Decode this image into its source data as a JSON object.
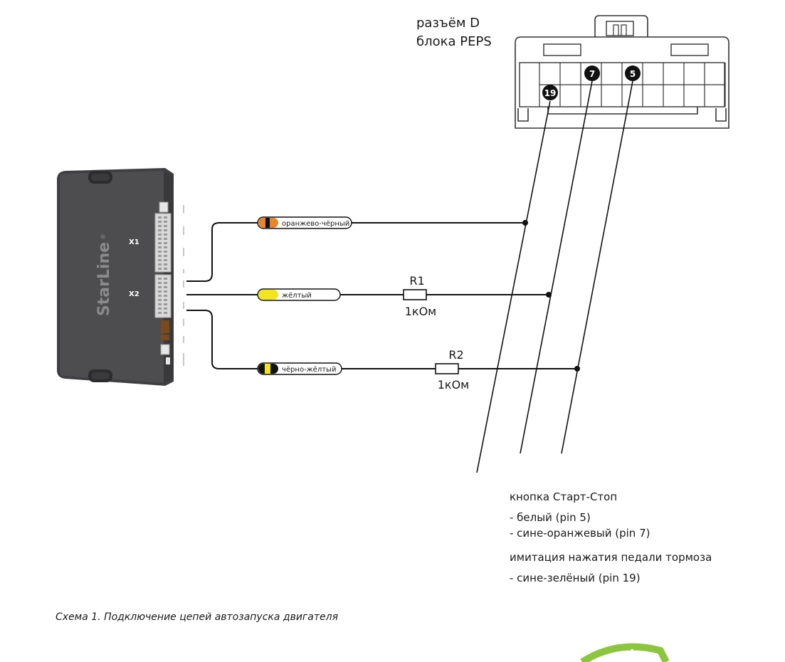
{
  "connector": {
    "title_line1": "разъём D",
    "title_line2": "блока PEPS",
    "pins": [
      "19",
      "7",
      "5"
    ]
  },
  "module": {
    "brand": "StarLine",
    "brand_mark": "®",
    "port_x1": "X1",
    "port_x2": "X2"
  },
  "wires": {
    "orange_black": "оранжево-чёрный",
    "yellow": "жёлтый",
    "black_yellow": "чёрно-жёлтый"
  },
  "resistors": {
    "r1": {
      "name": "R1",
      "value": "1кОм"
    },
    "r2": {
      "name": "R2",
      "value": "1кОм"
    }
  },
  "notes": {
    "start_stop_title": "кнопка Старт-Стоп",
    "start_stop_white": " - белый (pin 5)",
    "start_stop_blue_orange": " - сине-оранжевый (pin 7)",
    "brake_title": "имитация нажатия педали тормоза",
    "brake_blue_green": " - сине-зелёный (pin 19)"
  },
  "caption": "Схема 1.  Подключение цепей автозапуска двигателя",
  "colors": {
    "orange": "#e8852a",
    "yellow": "#f3e51b",
    "black": "#111111",
    "module_body": "#4d4d4f",
    "decor_green": "#8cc63f"
  }
}
